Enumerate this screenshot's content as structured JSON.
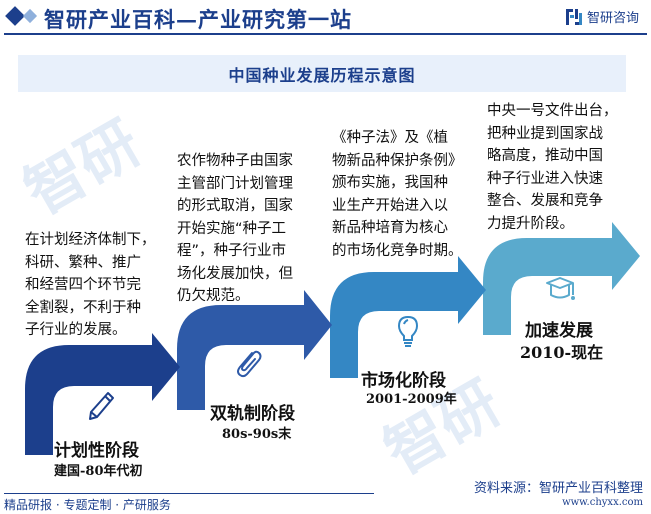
{
  "header": {
    "site_title": "智研产业百科—产业研究第一站",
    "brand_name": "智研咨询",
    "colors": {
      "primary": "#1c3f8c",
      "secondary": "#8fb0dc"
    }
  },
  "main": {
    "title": "中国种业发展历程示意图",
    "stages": [
      {
        "name": "计划性阶段",
        "period": "建国-80年代初",
        "icon": "pencil-icon",
        "color": "#1c3f8c",
        "description": "在计划经济体制下，\n科研、繁种、推广\n和经营四个环节完\n全割裂，不利于种\n子行业的发展。"
      },
      {
        "name": "双轨制阶段",
        "period": "80s-90s末",
        "icon": "paperclip-icon",
        "color": "#2e5aa8",
        "description": "农作物种子由国家\n主管部门计划管理\n的形式取消，国家\n开始实施“种子工\n程”，种子行业市\n场化发展加快，但\n仍欠规范。"
      },
      {
        "name": "市场化阶段",
        "period": "2001-2009年",
        "icon": "lightbulb-icon",
        "color": "#3487c4",
        "description": "《种子法》及《植\n物新品种保护条例》\n颁布实施，我国种\n业生产开始进入以\n新品种培育为核心\n的市场化竞争时期。"
      },
      {
        "name": "加速发展",
        "period": "2010-现在",
        "icon": "graduation-cap-icon",
        "color": "#5aaacd",
        "description": "中央一号文件出台，\n把种业提到国家战\n略高度，推动中国\n种子行业进入快速\n整合、发展和竞争\n力提升阶段。"
      }
    ]
  },
  "footer": {
    "services": "精品研报 · 专题定制 · 产研服务",
    "source": "资料来源：智研产业百科整理",
    "url": "www.chyxx.com"
  }
}
